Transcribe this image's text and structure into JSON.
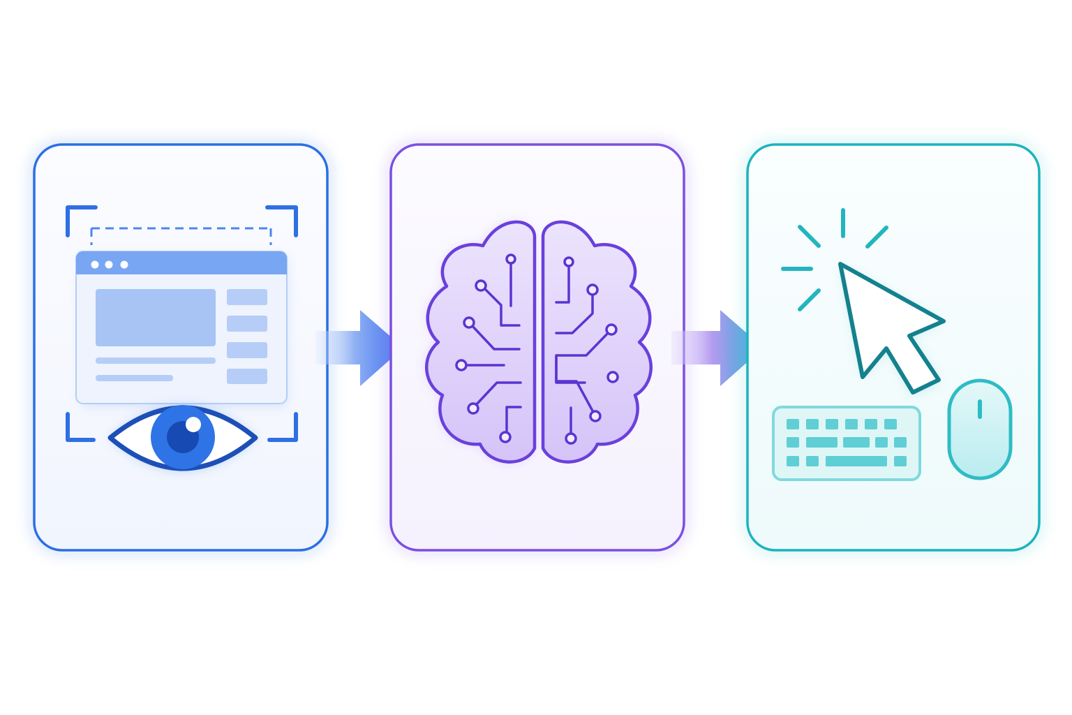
{
  "diagram": {
    "steps": [
      {
        "id": "perceive",
        "icon": "screen-capture-eye-icon",
        "color": "#2b6fe3"
      },
      {
        "id": "reason",
        "icon": "circuit-brain-icon",
        "color": "#7b4fe0"
      },
      {
        "id": "act",
        "icon": "cursor-keyboard-mouse-icon",
        "color": "#1bb3bd"
      }
    ],
    "connectors": [
      {
        "from": "perceive",
        "to": "reason",
        "icon": "right-arrow-icon",
        "color": "#3f74ee"
      },
      {
        "from": "reason",
        "to": "act",
        "icon": "right-arrow-icon",
        "color": "#2aa8d6"
      }
    ]
  }
}
